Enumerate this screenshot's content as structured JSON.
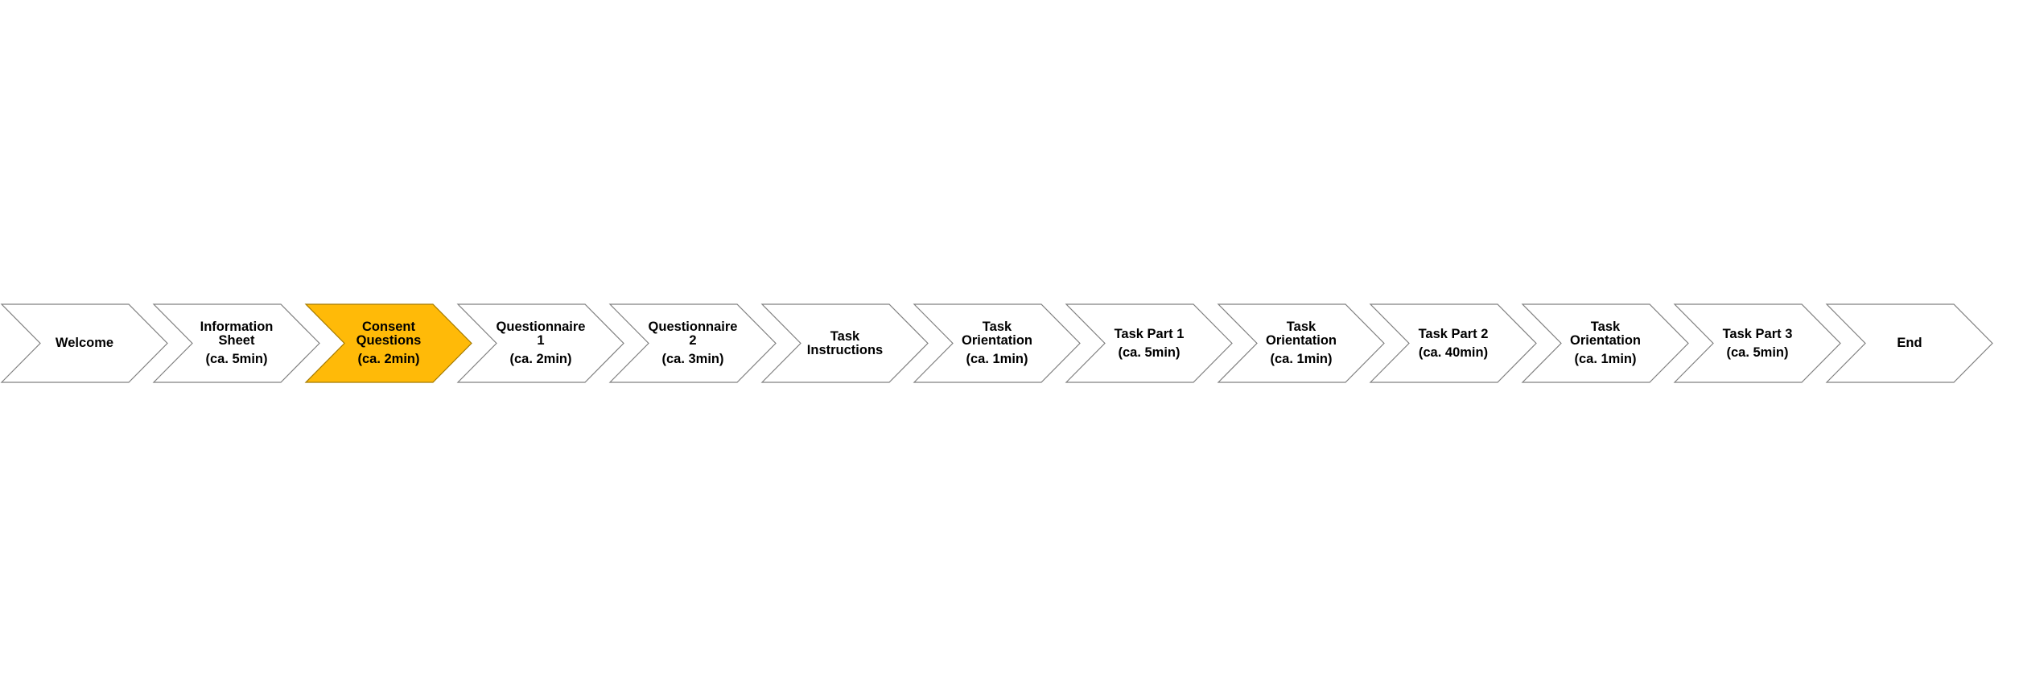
{
  "flow": {
    "active_index": 2,
    "colors": {
      "active_fill": "#ffba08",
      "inactive_fill": "#ffffff",
      "outline": "#808080"
    },
    "steps": [
      {
        "title": "Welcome",
        "duration": ""
      },
      {
        "title": "Information\nSheet",
        "duration": "(ca. 5min)"
      },
      {
        "title": "Consent\nQuestions",
        "duration": "(ca. 2min)"
      },
      {
        "title": "Questionnaire\n1",
        "duration": "(ca. 2min)"
      },
      {
        "title": "Questionnaire\n2",
        "duration": "(ca. 3min)"
      },
      {
        "title": "Task\nInstructions",
        "duration": ""
      },
      {
        "title": "Task\nOrientation",
        "duration": "(ca. 1min)"
      },
      {
        "title": "Task Part 1",
        "duration": "(ca. 5min)"
      },
      {
        "title": "Task\nOrientation",
        "duration": "(ca. 1min)"
      },
      {
        "title": "Task Part 2",
        "duration": "(ca. 40min)"
      },
      {
        "title": "Task\nOrientation",
        "duration": "(ca. 1min)"
      },
      {
        "title": "Task Part 3",
        "duration": "(ca. 5min)"
      },
      {
        "title": "End",
        "duration": ""
      }
    ]
  }
}
